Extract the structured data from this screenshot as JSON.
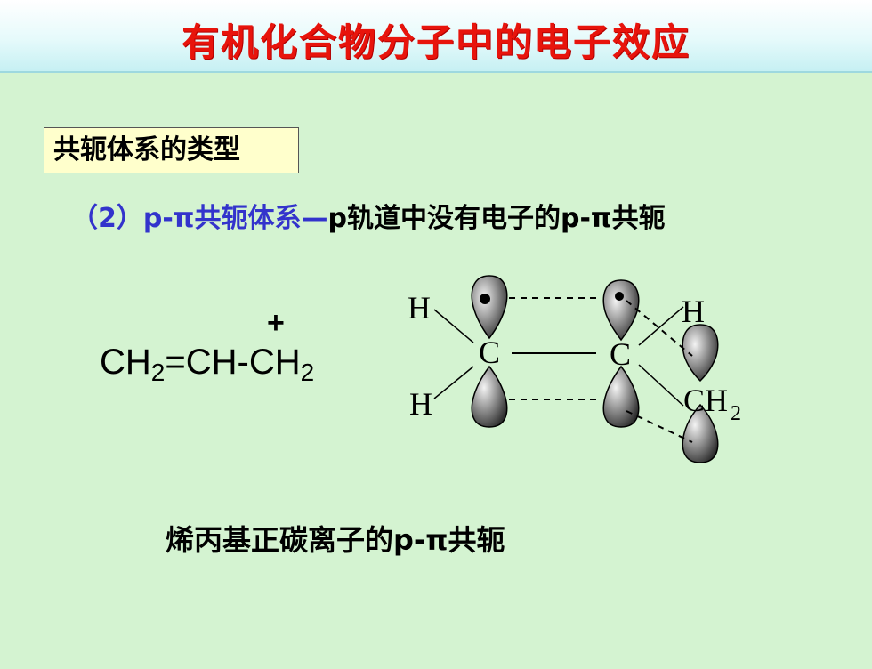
{
  "header": {
    "title": "有机化合物分子中的电子效应"
  },
  "section": {
    "label": "共轭体系的类型"
  },
  "subheading": {
    "prefix": "（2）p-π共轭体系",
    "dash": "—",
    "description": "p轨道中没有电子的p-π共轭"
  },
  "formula": {
    "charge": "+",
    "parts": [
      "CH",
      "2",
      "=CH-CH",
      "2"
    ]
  },
  "diagram": {
    "atoms": {
      "h_top_left": "H",
      "h_bottom_left": "H",
      "c_left": "C",
      "c_right": "C",
      "h_top_right": "H",
      "ch2_right": "CH",
      "ch2_sub": "2"
    }
  },
  "caption": "烯丙基正碳离子的p-π共轭",
  "colors": {
    "title_red": "#e8140c",
    "subheading_blue": "#3333cc",
    "background": "#d4f3d1",
    "box_fill": "#ffffcc"
  }
}
